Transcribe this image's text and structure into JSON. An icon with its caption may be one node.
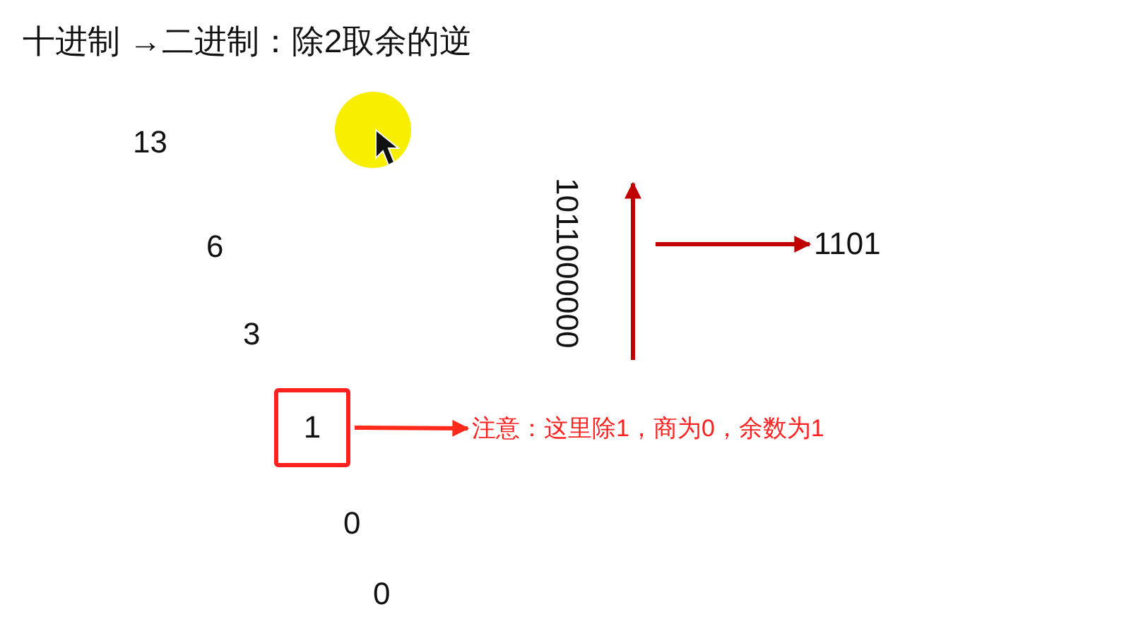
{
  "diagram": {
    "title": "十进制 →二进制：除2取余的逆",
    "nodes": [
      {
        "text": [
          "1"
        ]
      },
      {
        "text": [
          "注意：这里除1，商为0，余数为1"
        ]
      },
      {
        "text": [
          "1101"
        ]
      }
    ],
    "edges": [
      {
        "from": 0,
        "to": 1,
        "arrow": "to",
        "color": "#ff2a1a"
      },
      {
        "from": null,
        "to": 2,
        "arrow": "to",
        "color": "#c00000"
      }
    ],
    "labels": [
      "13",
      "6",
      "3",
      "1011000000",
      "0",
      "0"
    ]
  }
}
